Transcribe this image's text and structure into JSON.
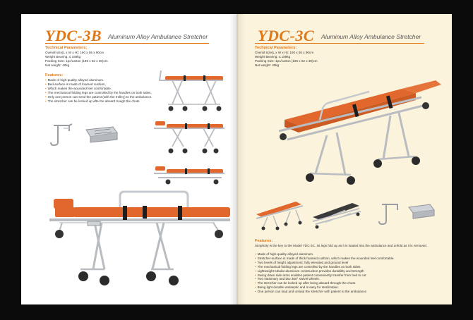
{
  "left_page": {
    "model": "YDC-3B",
    "subtitle": "Aluminum Alloy Ambulance Stretcher",
    "params_heading": "Technical Parameters:",
    "params": [
      "Overall size(L x W x H): 190 x 55 x 90cm",
      "Weight Bearing: ≤ 159kg",
      "Packing Size: 1pc/carton (196 x 62 x 30)cm",
      "Net weight: 40kg"
    ],
    "features_heading": "Features:",
    "features": [
      "Made of high-quality alloyed aluminum.",
      "Bed-surface is made of foamed cushion,",
      "Which makes the wounded feel comfortable.",
      "The mechanical folding legs are controlled by the handles on both sides,",
      "Only one person can send the patient (with the trolley) to the ambulance.",
      "The stretcher can be locked up after be aboard trough the chute"
    ]
  },
  "right_page": {
    "model": "YDC-3C",
    "subtitle": "Aluminum Alloy Ambulance Stretcher",
    "params_heading": "Technical Parameters:",
    "params": [
      "Overall size(L x W x H): 190 x 55 x 90cm",
      "Weight Bearing: ≤ 159kg",
      "Packing Size: 1pc/carton (196 x 62 x 30)cm",
      "Net weight: 40kg"
    ],
    "features_heading": "Features:",
    "intro": "Simplicity is the key to the Model YDC-3C. Its legs fold up as it is loaded into the ambulance and unfold as it is removed.",
    "features": [
      "Made of high-quality alloyed aluminum.",
      "Stretcher-surface is made of thick foamed cushion, which makes the wounded feel comfortable.",
      "Two levels of height adjustment: fully elevated and ground level",
      "The mechanical folding legs are controlled by the handles on both sides",
      "Lightweight tubular aluminum construction provides durability and strength",
      "Swing down side arms enables patient conveniently transfer from bed to cot",
      "Two stationary and two 360° swivel wheels.",
      "The stretcher can be locked up after being aboard through the chute.",
      "Being light durable antiseptic and is easy for sterilization.",
      "One person can load and unload the stretcher with patient to the ambulance"
    ]
  },
  "colors": {
    "accent": "#e07818",
    "cushion": "#e2672c",
    "frame": "#b9bcc0",
    "right_bg": "#fbf3dc"
  }
}
